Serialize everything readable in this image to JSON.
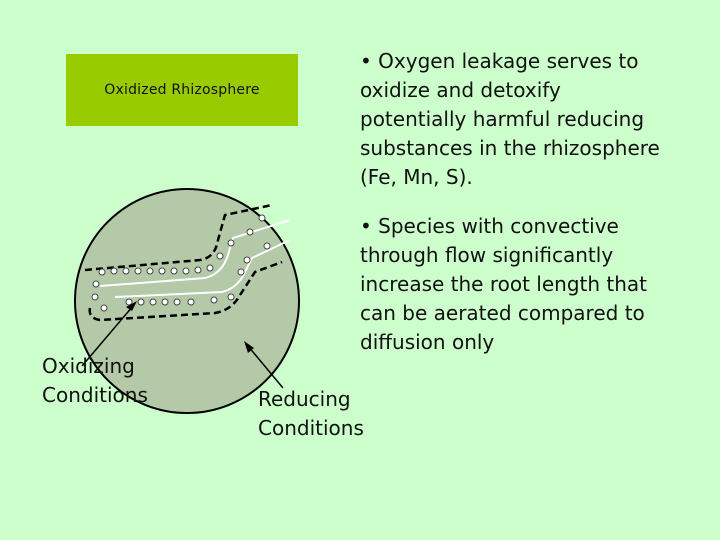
{
  "title_box": {
    "label": "Oxidized Rhizosphere"
  },
  "bullets": [
    {
      "text": "• Oxygen leakage serves to\noxidize and detoxify\npotentially harmful reducing\nsubstances in the rhizosphere\n(Fe, Mn, S)."
    },
    {
      "text": "• Species with convective\nthrough flow significantly\nincrease the root length that\ncan be aerated compared to\ndiffusion only"
    }
  ],
  "labels": {
    "oxidizing": "Oxidizing\nConditions",
    "reducing": "Reducing\nConditions"
  },
  "colors": {
    "background": "#ccffcc",
    "title_box": "#99cc00",
    "circle_fill": "#b3c9a8",
    "outline": "#000000",
    "root": "#ffffff"
  }
}
